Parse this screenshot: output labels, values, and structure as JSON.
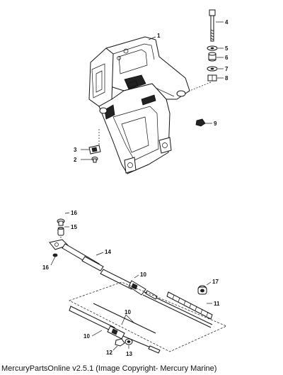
{
  "callouts": {
    "c1": "1",
    "c2": "2",
    "c3": "3",
    "c4": "4",
    "c5": "5",
    "c6": "6",
    "c7": "7",
    "c8": "8",
    "c9": "9",
    "c10a": "10",
    "c10b": "10",
    "c10c": "10",
    "c11": "11",
    "c12": "12",
    "c13": "13",
    "c14": "14",
    "c15": "15",
    "c16a": "16",
    "c16b": "16",
    "c17": "17"
  },
  "caption": "MercuryPartsOnline v2.5.1 (Image Copyright- Mercury Marine)"
}
